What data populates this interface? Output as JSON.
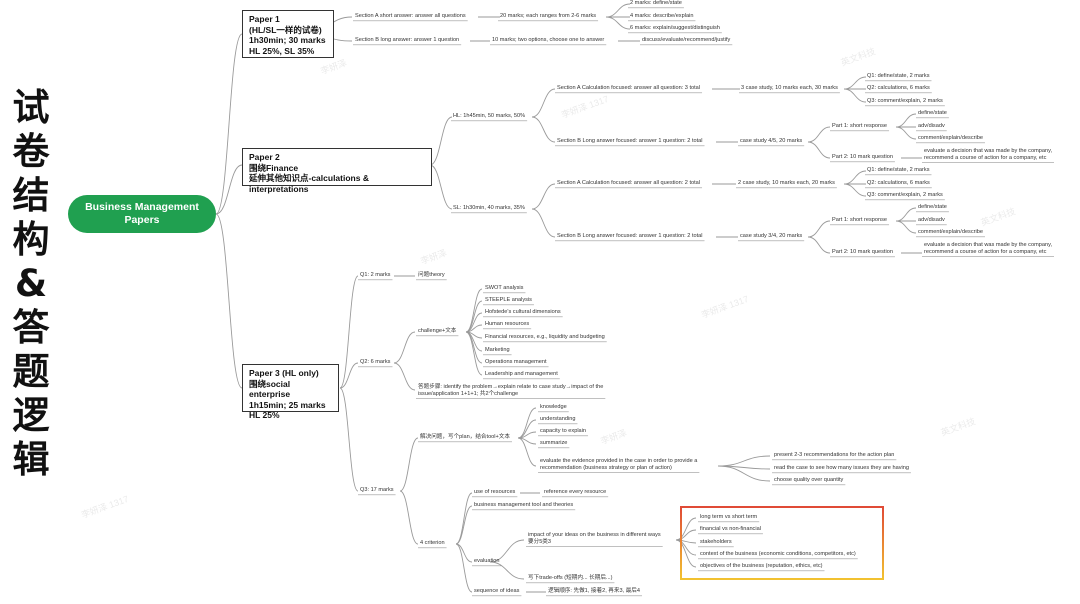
{
  "side_title": [
    "试",
    "卷",
    "结",
    "构",
    "&",
    "答",
    "题",
    "逻",
    "辑"
  ],
  "root": "Business Management\nPapers",
  "paper1": {
    "box": "Paper 1\n(HL/SL一样的试卷)\n1h30min; 30 marks\nHL 25%, SL 35%",
    "secA": "Section A short answer: answer all questions",
    "secA_marks": "20 marks; each ranges from 2-6 marks",
    "secA_2": "2 marks: define/state",
    "secA_4": "4 marks: describe/explain",
    "secA_6": "6 marks: explain/suggest/distinguish",
    "secB": "Section B long answer: answer 1 question",
    "secB_marks": "10 marks; two options, choose one to answer",
    "secB_cmd": "discuss/evaluate/recommend/justify"
  },
  "paper2": {
    "box": "Paper 2\n围绕Finance\n延伸其他知识点-calculations & interpretations",
    "hl": "HL: 1h45min, 50 marks, 50%",
    "hl_secA": "Section A Calculation focused: answer all question: 3 total",
    "hl_secA_case": "3 case study, 10 marks each, 30 marks",
    "hl_q1": "Q1: define/state, 2 marks",
    "hl_q2": "Q2: calculations, 6 marks",
    "hl_q3": "Q3: comment/explain, 2 marks",
    "hl_secB": "Section B Long answer focused: answer 1 question: 2 total",
    "hl_secB_case": "case study 4/5, 20 marks",
    "hl_part1": "Part 1: short response",
    "hl_p1_a": "define/state",
    "hl_p1_b": "adv/disadv",
    "hl_p1_c": "comment/explain/describe",
    "hl_part2": "Part 2: 10 mark question",
    "hl_part2_desc": "evaluate a decision that was made by the company,\nrecommend a course of action for a company, etc",
    "sl": "SL: 1h30min, 40 marks, 35%",
    "sl_secA": "Section A Calculation focused: answer all question: 2 total",
    "sl_secA_case": "2 case study, 10 marks each, 20 marks",
    "sl_q1": "Q1: define/state, 2 marks",
    "sl_q2": "Q2: calculations, 6 marks",
    "sl_q3": "Q3: comment/explain, 2 marks",
    "sl_secB": "Section B Long answer focused: answer 1 question: 2 total",
    "sl_secB_case": "case study 3/4, 20 marks",
    "sl_part1": "Part 1: short response",
    "sl_p1_a": "define/state",
    "sl_p1_b": "adv/disadv",
    "sl_p1_c": "comment/explain/describe",
    "sl_part2": "Part 2: 10 mark question",
    "sl_part2_desc": "evaluate a decision that was made by the company,\nrecommend a course of action for a company, etc"
  },
  "paper3": {
    "box": "Paper 3 (HL only)\n围绕social enterprise\n1h15min; 25 marks\nHL 25%",
    "q1": "Q1: 2 marks",
    "q1_a": "问题theory",
    "q2": "Q2: 6 marks",
    "q2_challenge": "challenge+文本",
    "q2_items": [
      "SWOT analysis",
      "STEEPLE analysis",
      "Hofstede's cultural dimensions",
      "Human resources",
      "Financial resources, e.g., liquidity and budgeting",
      "Marketing",
      "Operations management",
      "Leadership and management"
    ],
    "q2_steps": "答题步骤: identify the problem→explain relate to case study→impact of the\nissue/application  1+1+1; 共2个challenge",
    "q3": "Q3: 17 marks",
    "q3_plan": "解决问题，写个plan，结合tool+文本",
    "q3_skills": [
      "knowledge",
      "understanding",
      "capacity to explain",
      "summarize"
    ],
    "q3_evaluate": "evaluate the evidence provided in the case in order to provide a\nrecommendation (business strategy or plan of action)",
    "q3_ev_items": [
      "present 2-3 recommendations for the action plan",
      "read the case to see how many issues they are having",
      "choose quality over quantity"
    ],
    "criterion": "4 criterion",
    "crit_resources": "use of resources",
    "crit_resources_b": "reference every resource",
    "crit_tool": "business management tool and theories",
    "crit_eval": "evaluation",
    "crit_impact": "impact of your ideas on the business in different ways\n要分5类3",
    "crit_impact_items": [
      "long term vs short term",
      "financial vs non-financial",
      "stakeholders",
      "context of the business (economic conditions, competitors, etc)",
      "objectives of the business (reputation, ethics, etc)"
    ],
    "crit_tradeoff": "写下trade-offs (短期内... 长期后...)",
    "crit_sequence": "sequence of ideas",
    "crit_sequence_b": "逻辑顺序: 先做1, 接着2, 再来3, 最后4"
  },
  "watermark": [
    "李妍泽",
    "李妍泽 1317",
    "英文科技"
  ],
  "colors": {
    "root_green": "#20a050",
    "highlight_top": "#e04a36",
    "highlight_bottom": "#f2c230",
    "line": "#9a9a9a",
    "text": "#333333"
  },
  "lines": [
    [
      216,
      214,
      242,
      34
    ],
    [
      216,
      214,
      242,
      165
    ],
    [
      216,
      214,
      242,
      388
    ],
    [
      305,
      34,
      352,
      17
    ],
    [
      305,
      34,
      352,
      41
    ],
    [
      478,
      17,
      500,
      17
    ],
    [
      606,
      17,
      630,
      4
    ],
    [
      606,
      17,
      630,
      17
    ],
    [
      606,
      17,
      630,
      29
    ],
    [
      470,
      41,
      490,
      41
    ],
    [
      618,
      41,
      640,
      41
    ],
    [
      430,
      165,
      452,
      117
    ],
    [
      430,
      165,
      452,
      209
    ],
    [
      532,
      117,
      555,
      89
    ],
    [
      532,
      117,
      555,
      142
    ],
    [
      712,
      89,
      740,
      89
    ],
    [
      844,
      89,
      866,
      77
    ],
    [
      844,
      89,
      866,
      89
    ],
    [
      844,
      89,
      866,
      102
    ],
    [
      716,
      142,
      738,
      142
    ],
    [
      808,
      142,
      830,
      127
    ],
    [
      808,
      142,
      830,
      158
    ],
    [
      896,
      127,
      916,
      114
    ],
    [
      896,
      127,
      916,
      127
    ],
    [
      896,
      127,
      916,
      139
    ],
    [
      901,
      158,
      922,
      158
    ],
    [
      532,
      209,
      555,
      184
    ],
    [
      532,
      209,
      555,
      237
    ],
    [
      712,
      184,
      736,
      184
    ],
    [
      844,
      184,
      866,
      171
    ],
    [
      844,
      184,
      866,
      184
    ],
    [
      844,
      184,
      866,
      196
    ],
    [
      716,
      237,
      738,
      237
    ],
    [
      808,
      237,
      830,
      221
    ],
    [
      808,
      237,
      830,
      253
    ],
    [
      896,
      221,
      916,
      208
    ],
    [
      896,
      221,
      916,
      221
    ],
    [
      896,
      221,
      916,
      233
    ],
    [
      901,
      253,
      922,
      253
    ],
    [
      340,
      388,
      358,
      276
    ],
    [
      340,
      388,
      358,
      363
    ],
    [
      340,
      388,
      358,
      491
    ],
    [
      394,
      276,
      415,
      276
    ],
    [
      394,
      363,
      415,
      332
    ],
    [
      394,
      363,
      415,
      390
    ],
    [
      466,
      332,
      482,
      289
    ],
    [
      466,
      332,
      482,
      301
    ],
    [
      466,
      332,
      482,
      313
    ],
    [
      466,
      332,
      482,
      325
    ],
    [
      466,
      332,
      482,
      338
    ],
    [
      466,
      332,
      482,
      351
    ],
    [
      466,
      332,
      482,
      363
    ],
    [
      466,
      332,
      482,
      375
    ],
    [
      400,
      491,
      418,
      438
    ],
    [
      400,
      491,
      418,
      544
    ],
    [
      518,
      438,
      536,
      408
    ],
    [
      518,
      438,
      536,
      420
    ],
    [
      518,
      438,
      536,
      432
    ],
    [
      518,
      438,
      536,
      444
    ],
    [
      518,
      438,
      536,
      466
    ],
    [
      718,
      466,
      770,
      456
    ],
    [
      718,
      466,
      770,
      469
    ],
    [
      718,
      466,
      770,
      481
    ],
    [
      456,
      544,
      472,
      493
    ],
    [
      456,
      544,
      472,
      506
    ],
    [
      456,
      544,
      472,
      562
    ],
    [
      456,
      544,
      472,
      592
    ],
    [
      520,
      493,
      540,
      493
    ],
    [
      490,
      562,
      524,
      540
    ],
    [
      490,
      562,
      524,
      579
    ],
    [
      676,
      540,
      696,
      518
    ],
    [
      676,
      540,
      696,
      530
    ],
    [
      676,
      540,
      696,
      543
    ],
    [
      676,
      540,
      696,
      555
    ],
    [
      676,
      540,
      696,
      567
    ],
    [
      526,
      592,
      546,
      592
    ]
  ]
}
